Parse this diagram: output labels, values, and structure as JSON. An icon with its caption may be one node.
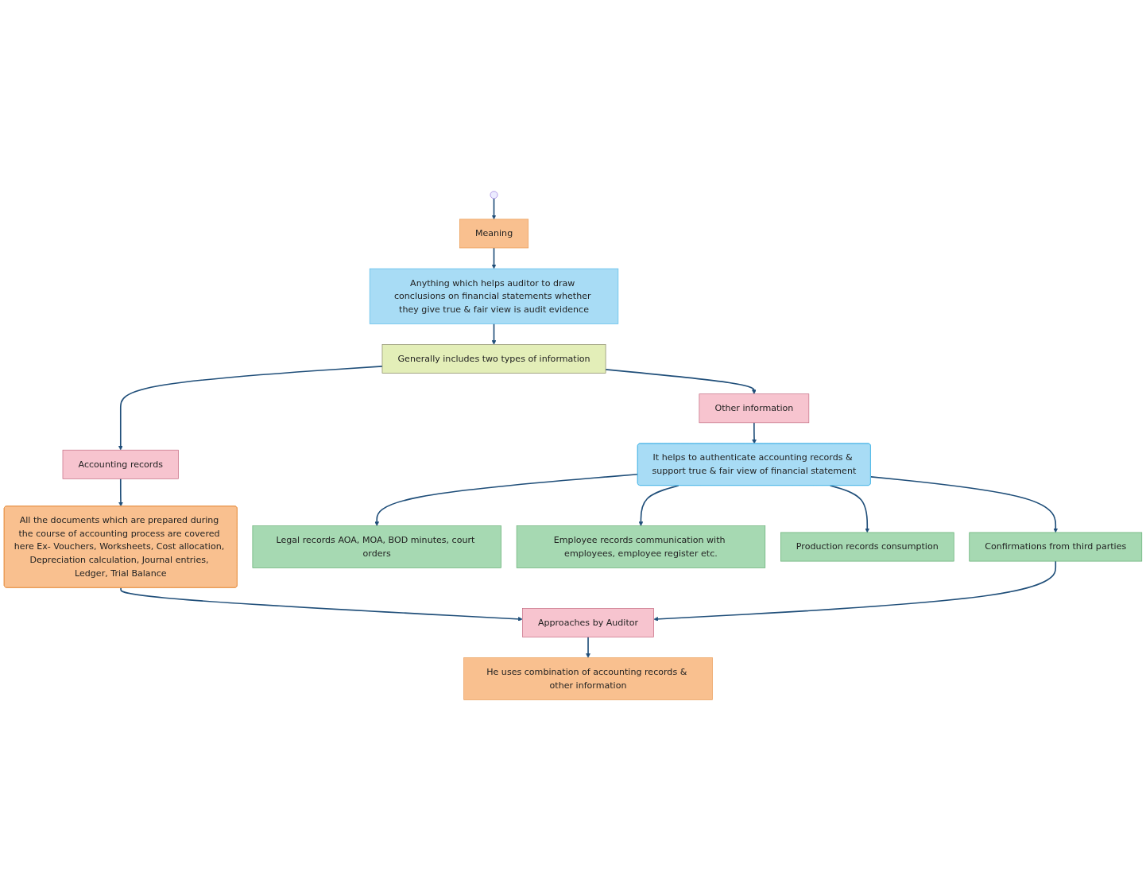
{
  "diagram": {
    "nodes": [
      {
        "text": [
          "Meaning"
        ]
      },
      {
        "text": [
          "Anything which helps auditor to draw conclusions on financial statements whether they give true & fair view is audit evidence"
        ]
      },
      {
        "text": [
          "Generally includes two types of information"
        ]
      },
      {
        "text": [
          "Accounting records"
        ]
      },
      {
        "text": [
          "Other information"
        ]
      },
      {
        "text": [
          "All the documents which are prepared during the course of accounting process are covered here Ex- Vouchers, Worksheets, Cost allocation, Depreciation calculation, Journal entries, Ledger, Trial Balance"
        ]
      },
      {
        "text": [
          "It helps to authenticate accounting records & support true & fair view of financial statement"
        ]
      },
      {
        "text": [
          "Legal records AOA, MOA, BOD minutes, court orders"
        ]
      },
      {
        "text": [
          "Employee records communication with employees, employee register etc."
        ]
      },
      {
        "text": [
          "Production records consumption"
        ]
      },
      {
        "text": [
          "Confirmations from third parties"
        ]
      },
      {
        "text": [
          "Approaches by Auditor"
        ]
      },
      {
        "text": [
          "He uses combination of accounting records & other information"
        ]
      }
    ],
    "edges": [
      {
        "from": null,
        "to": 0,
        "arrow": "to"
      },
      {
        "from": 0,
        "to": 1,
        "arrow": "to"
      },
      {
        "from": 1,
        "to": 2,
        "arrow": "to"
      },
      {
        "from": 2,
        "to": 3,
        "arrow": "to"
      },
      {
        "from": 2,
        "to": 4,
        "arrow": "to"
      },
      {
        "from": 3,
        "to": 5,
        "arrow": "to"
      },
      {
        "from": 4,
        "to": 6,
        "arrow": "to"
      },
      {
        "from": 6,
        "to": 7,
        "arrow": "to"
      },
      {
        "from": 6,
        "to": 8,
        "arrow": "to"
      },
      {
        "from": 6,
        "to": 9,
        "arrow": "to"
      },
      {
        "from": 6,
        "to": 10,
        "arrow": "to"
      },
      {
        "from": 5,
        "to": 11,
        "arrow": "to"
      },
      {
        "from": 10,
        "to": 11,
        "arrow": "to"
      },
      {
        "from": 11,
        "to": 12,
        "arrow": "to"
      }
    ]
  }
}
